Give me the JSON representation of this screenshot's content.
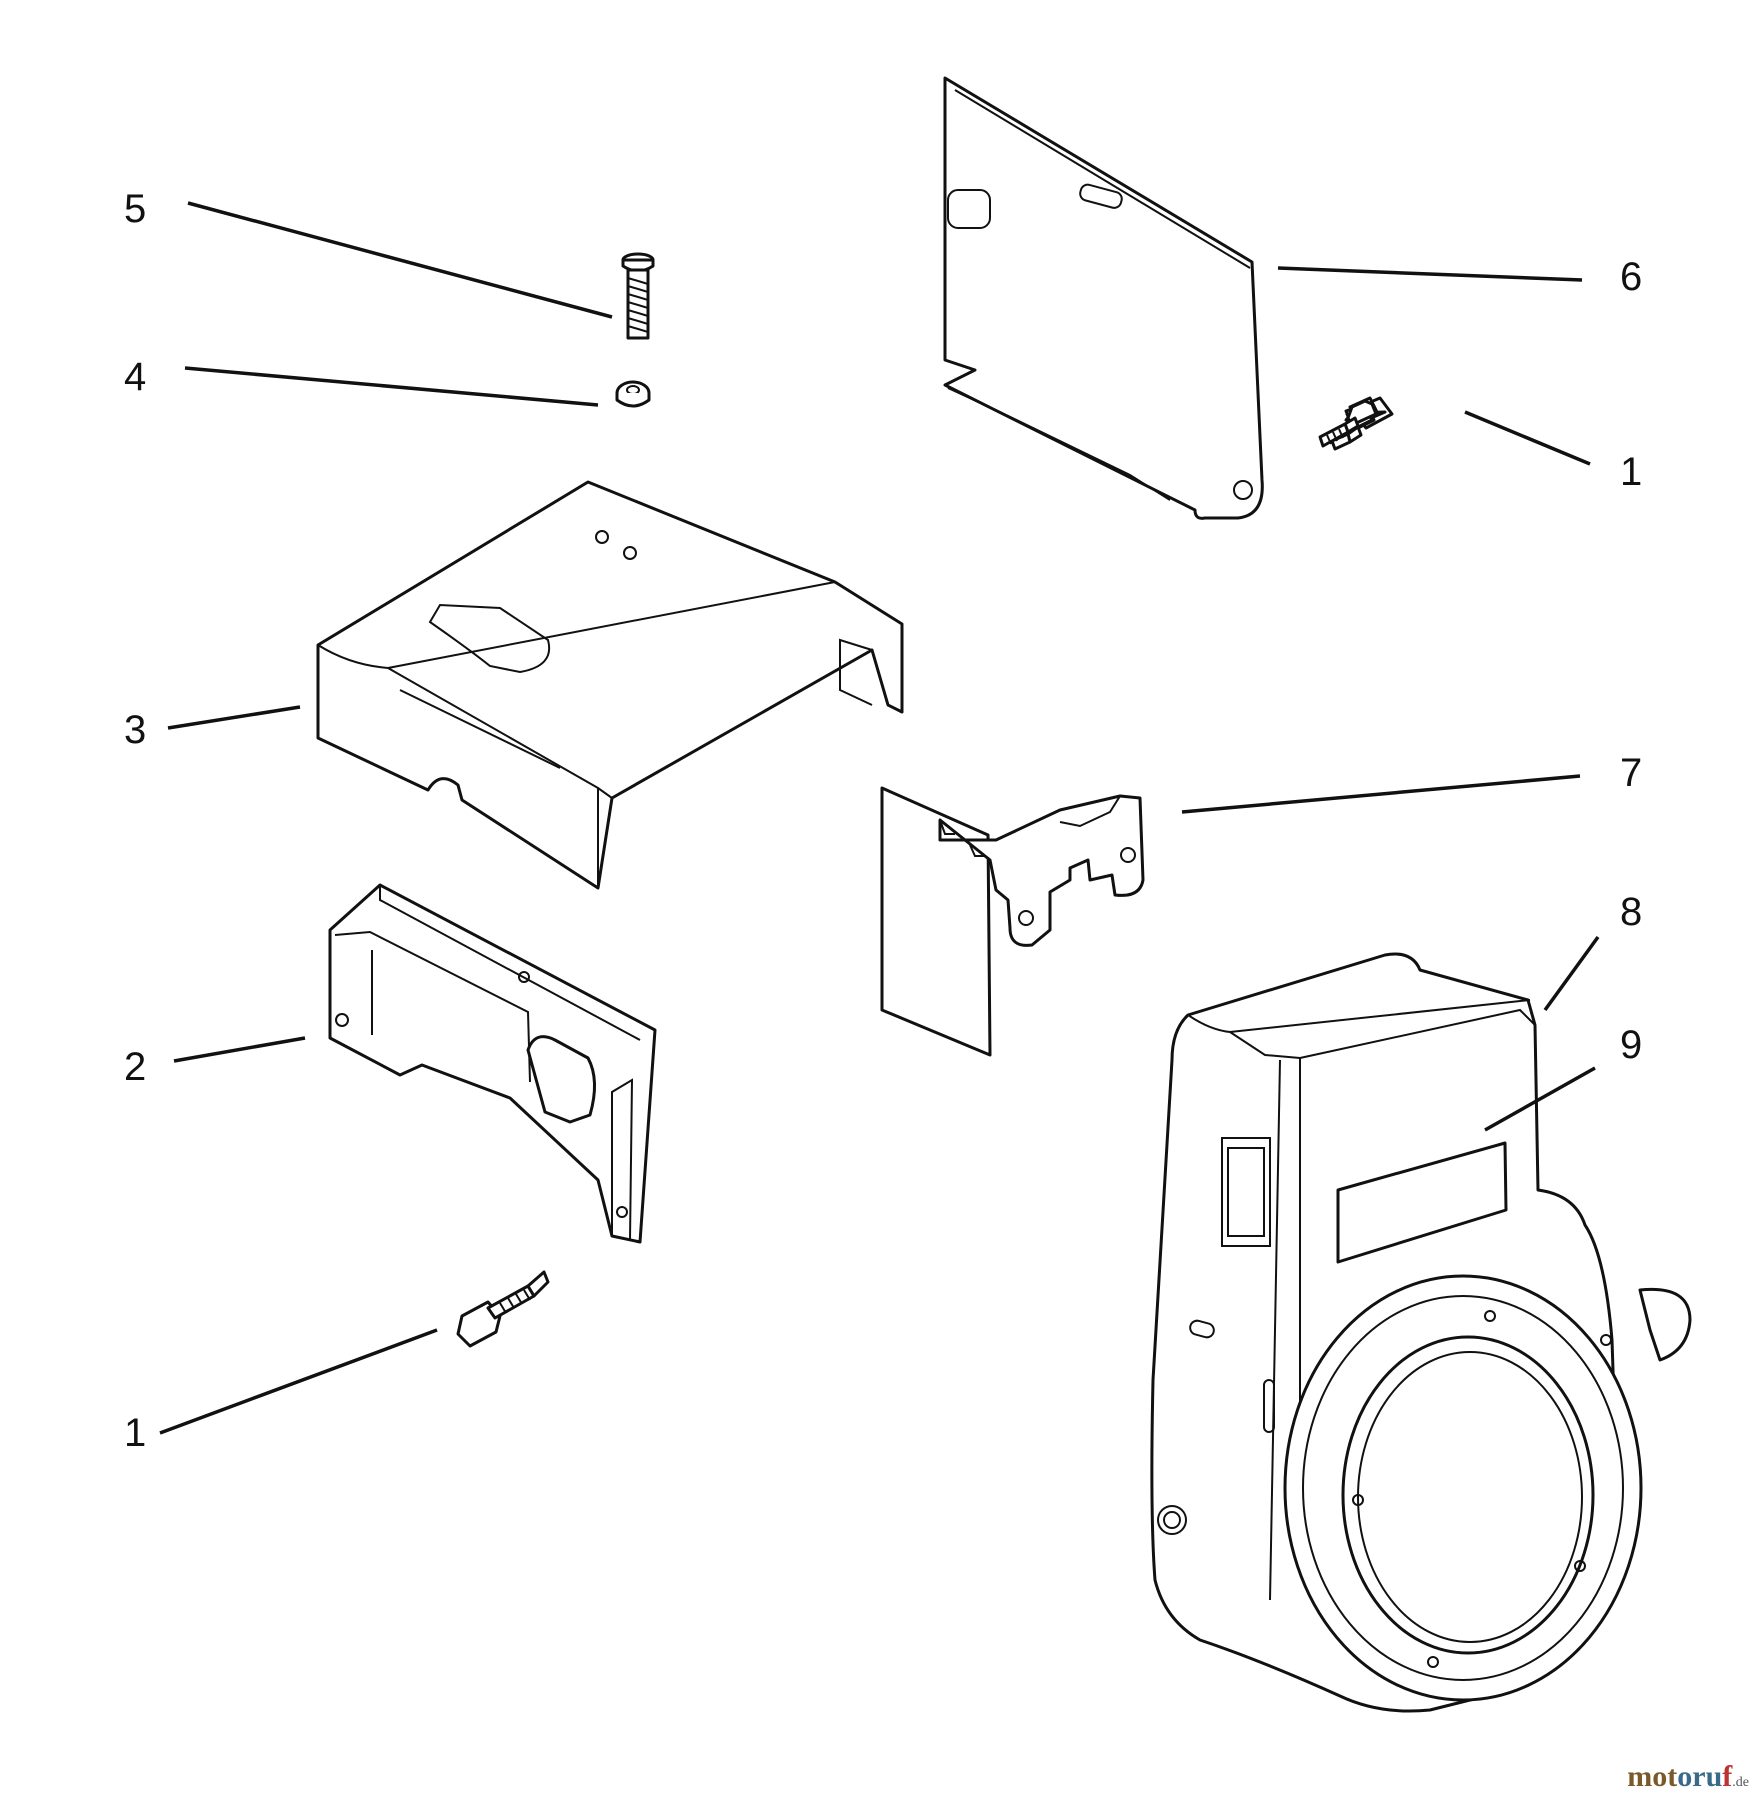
{
  "diagram": {
    "callouts": {
      "c5": "5",
      "c4": "4",
      "c3": "3",
      "c2": "2",
      "c1_left": "1",
      "c6": "6",
      "c1_right": "1",
      "c7": "7",
      "c8": "8",
      "c9": "9"
    },
    "parts": {
      "part1": "screw",
      "part2": "baffle",
      "part3": "cylinder-head-cover",
      "part4": "washer",
      "part5": "screw",
      "part6": "baffle-plate",
      "part7": "bracket",
      "part8": "blower-housing",
      "part9": "decal"
    }
  },
  "watermark": {
    "brand_a": "mot",
    "brand_b": "oru",
    "brand_c": "f",
    "tld": ".de"
  }
}
